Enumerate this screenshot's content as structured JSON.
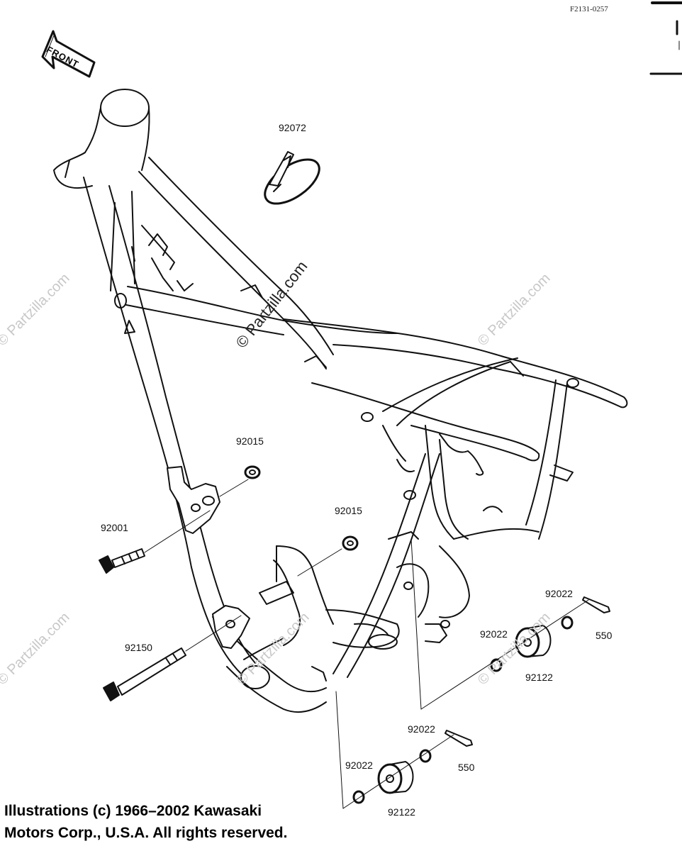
{
  "diagram": {
    "code": "F2131-0257",
    "front_arrow": "FRONT",
    "parts": {
      "p92072": "92072",
      "p92015_a": "92015",
      "p92015_b": "92015",
      "p92001": "92001",
      "p92150": "92150",
      "p92022_a": "92022",
      "p92022_b": "92022",
      "p92022_c": "92022",
      "p92022_d": "92022",
      "p92122_a": "92122",
      "p92122_b": "92122",
      "p550_a": "550",
      "p550_b": "550"
    },
    "watermarks": {
      "main": "© Partzilla.com",
      "w1": "© Partzilla.com",
      "w2": "© Partzilla.com",
      "w3": "© Partzilla.com",
      "w4": "© Partzilla.com",
      "w5": "© Partzilla.com"
    },
    "copyright": {
      "line1": "Illustrations (c) 1966–2002 Kawasaki",
      "line2": "Motors Corp., U.S.A.  All rights reserved."
    }
  }
}
